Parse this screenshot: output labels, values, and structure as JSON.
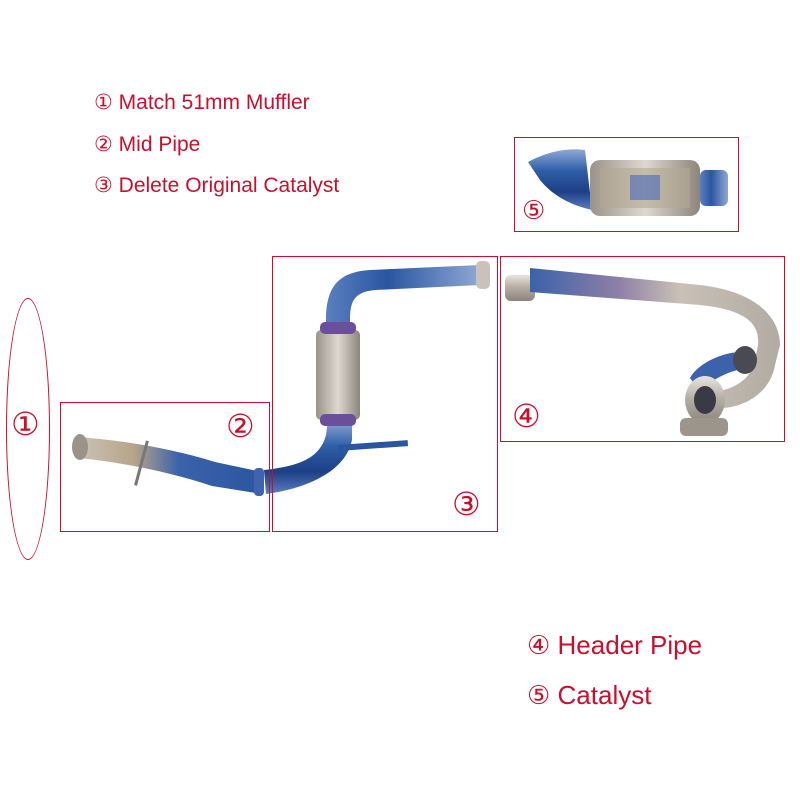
{
  "legend_top": [
    "① Match 51mm Muffler",
    "② Mid Pipe",
    "③ Delete Original Catalyst"
  ],
  "legend_bottom": [
    "④ Header Pipe",
    "⑤ Catalyst"
  ],
  "markers": {
    "m1": "①",
    "m2": "②",
    "m3": "③",
    "m4": "④",
    "m5": "⑤"
  },
  "colors": {
    "accent": "#c8102e",
    "titanium_blue": "#2f5fa8",
    "steel": "#b7b0a6"
  }
}
